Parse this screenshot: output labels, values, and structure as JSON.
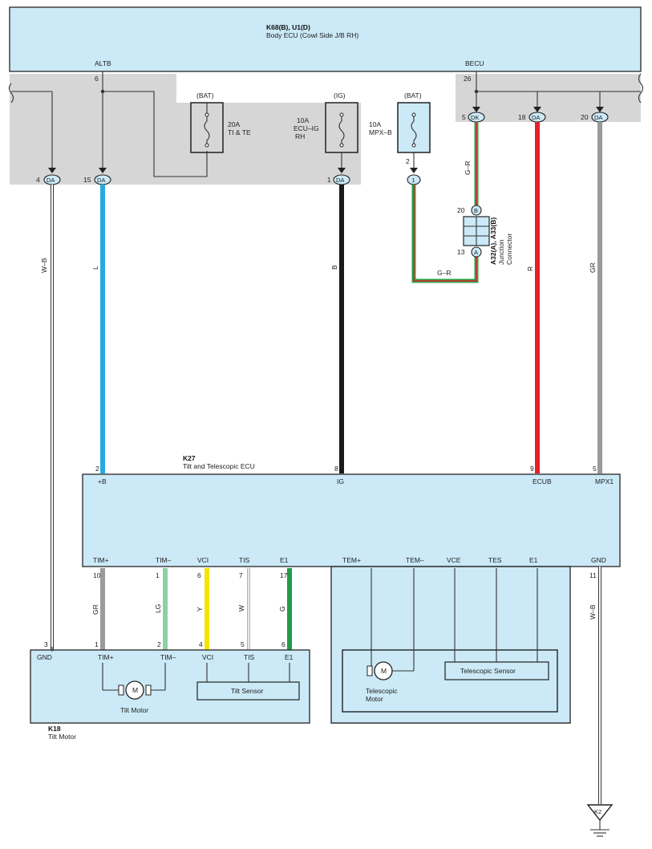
{
  "body_ecu": {
    "id": "K68(B), U1(D)",
    "name": "Body ECU (Cowl Side J/B RH)",
    "pin_altb": "ALTB",
    "pin_altb_no": "6",
    "pin_becu": "BECU",
    "pin_becu_no": "26"
  },
  "fuses": {
    "ti_te": {
      "supply": "(BAT)",
      "rating": "20A",
      "name": "TI & TE"
    },
    "ecu_ig": {
      "supply": "(IG)",
      "rating": "10A",
      "name1": "ECU–IG",
      "name2": "RH"
    },
    "mpx_b": {
      "supply": "(BAT)",
      "rating": "10A",
      "name": "MPX–B",
      "pin_a": "2",
      "pin_b": "1"
    }
  },
  "connector_pins": {
    "gnd_da": {
      "no": "4",
      "code": "DA"
    },
    "l_da": {
      "no": "15",
      "code": "DA"
    },
    "b_da": {
      "no": "1",
      "code": "DA"
    },
    "dk": {
      "no": "5",
      "code": "DK"
    },
    "r_da": {
      "no": "18",
      "code": "DA"
    },
    "gr_da": {
      "no": "20",
      "code": "DA"
    }
  },
  "junction": {
    "id": "A32(A), A33(B)",
    "name1": "Junction",
    "name2": "Connector",
    "pin_b_no": "20",
    "pin_b": "B",
    "pin_a_no": "13",
    "pin_a": "A"
  },
  "wires": {
    "wb_left": "W–B",
    "l": "L",
    "b": "B",
    "gr_top": "G–R",
    "gr_bottom": "G–R",
    "r": "R",
    "gr_right": "GR",
    "gr_tim": "GR",
    "lg": "LG",
    "y": "Y",
    "w": "W",
    "g": "G",
    "wb_right": "W–B"
  },
  "tilt_ecu": {
    "id": "K27",
    "name": "Tilt and Telescopic ECU",
    "top_pins": [
      {
        "no": "2",
        "label": "+B"
      },
      {
        "no": "8",
        "label": "IG"
      },
      {
        "no": "9",
        "label": "ECUB"
      },
      {
        "no": "5",
        "label": "MPX1"
      }
    ],
    "bottom_left_pins": [
      {
        "no": "10",
        "label": "TIM+"
      },
      {
        "no": "1",
        "label": "TIM–"
      },
      {
        "no": "6",
        "label": "VCI"
      },
      {
        "no": "7",
        "label": "TIS"
      },
      {
        "no": "17",
        "label": "E1"
      }
    ],
    "bottom_right_pins": [
      {
        "label": "TEM+"
      },
      {
        "label": "TEM–"
      },
      {
        "label": "VCE"
      },
      {
        "label": "TES"
      },
      {
        "label": "E1"
      }
    ],
    "gnd_label": "GND",
    "gnd_no": "11"
  },
  "tilt_motor_unit": {
    "id": "K18",
    "name": "Tilt Motor",
    "pins": [
      {
        "no": "3",
        "label": "GND"
      },
      {
        "no": "1",
        "label": "TIM+"
      },
      {
        "no": "2",
        "label": "TIM–"
      },
      {
        "no": "4",
        "label": "VCI"
      },
      {
        "no": "5",
        "label": "TIS"
      },
      {
        "no": "6",
        "label": "E1"
      }
    ],
    "motor_symbol": "M",
    "motor_label": "Tilt Motor",
    "sensor_label": "Tilt Sensor"
  },
  "telescopic_unit": {
    "motor_symbol": "M",
    "motor_label1": "Telescopic",
    "motor_label2": "Motor",
    "sensor_label": "Telescopic Sensor"
  },
  "ground": {
    "label": "K2"
  },
  "colors": {
    "panel": "#cbe9f7",
    "band": "#d6d6d6",
    "wire_l": "#29a9e1",
    "wire_b": "#1a1a1a",
    "wire_r": "#e52128",
    "wire_gr": "#9a9a9a",
    "wire_lg": "#8fd0a0",
    "wire_y": "#f5e400",
    "wire_g": "#1f9b48",
    "wire_gr_mix_green": "#2aa34a",
    "wire_gr_mix_red": "#e52128"
  }
}
